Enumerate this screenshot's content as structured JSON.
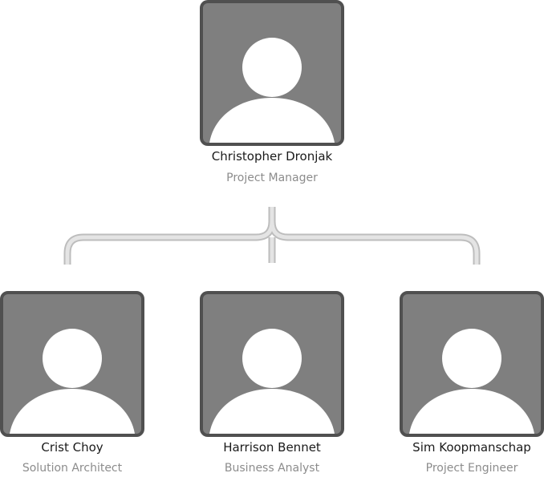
{
  "org_chart": {
    "manager": {
      "name": "Christopher Dronjak",
      "role": "Project Manager",
      "avatar_icon": "person-placeholder-icon"
    },
    "reports": [
      {
        "name": "Crist Choy",
        "role": "Solution Architect",
        "avatar_icon": "person-placeholder-icon"
      },
      {
        "name": "Harrison Bennet",
        "role": "Business Analyst",
        "avatar_icon": "person-placeholder-icon"
      },
      {
        "name": "Sim Koopmanschap",
        "role": "Project Engineer",
        "avatar_icon": "person-placeholder-icon"
      }
    ]
  },
  "colors": {
    "card_fill": "#7f7f7f",
    "card_border": "#505050",
    "avatar_fill": "#ffffff",
    "connector": "#d9d9d9",
    "name_text": "#1a1a1a",
    "role_text": "#8c8c8c"
  }
}
